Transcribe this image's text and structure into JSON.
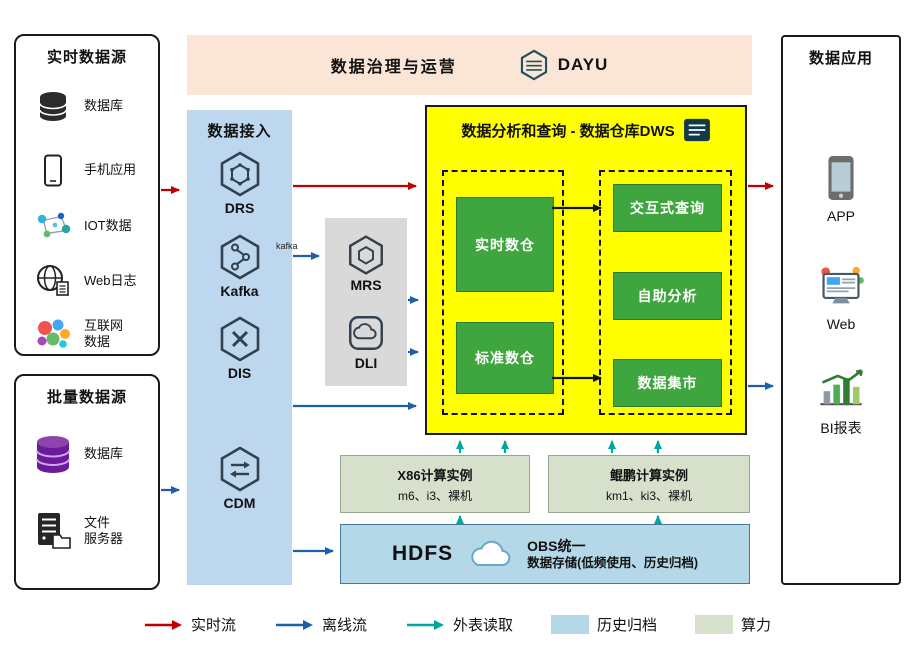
{
  "colors": {
    "realtime_flow": "#c00000",
    "offline_flow": "#1f5fa8",
    "external_read": "#00a79d",
    "archive_fill": "#b5d8e8",
    "compute_fill": "#d6e0cb",
    "dws_fill": "#ffff00",
    "green_box": "#3fa53f",
    "banner_fill": "#fbe5d6",
    "ingestion_fill": "#bdd7ee",
    "middleware_fill": "#d9d9d9"
  },
  "banner": {
    "title": "数据治理与运营",
    "logo_text": "DAYU"
  },
  "realtime_sources": {
    "title": "实时数据源",
    "items": [
      {
        "icon": "database-icon",
        "label": "数据库"
      },
      {
        "icon": "mobile-app-icon",
        "label": "手机应用"
      },
      {
        "icon": "iot-icon",
        "label": "IOT数据"
      },
      {
        "icon": "web-log-icon",
        "label": "Web日志"
      },
      {
        "icon": "internet-data-icon",
        "line1": "互联网",
        "line2": "数据"
      }
    ]
  },
  "batch_sources": {
    "title": "批量数据源",
    "items": [
      {
        "icon": "database-stack-icon",
        "label": "数据库"
      },
      {
        "icon": "file-server-icon",
        "line1": "文件",
        "line2": "服务器"
      }
    ]
  },
  "ingestion": {
    "title": "数据接入",
    "items": [
      {
        "icon": "drs-icon",
        "label": "DRS"
      },
      {
        "icon": "kafka-icon",
        "label": "Kafka",
        "wordmark": "kafka"
      },
      {
        "icon": "dis-icon",
        "label": "DIS"
      },
      {
        "icon": "cdm-icon",
        "label": "CDM"
      }
    ]
  },
  "middleware": {
    "items": [
      {
        "icon": "mrs-icon",
        "label": "MRS"
      },
      {
        "icon": "dli-icon",
        "label": "DLI"
      }
    ]
  },
  "dws": {
    "title": "数据分析和查询 - 数据仓库DWS",
    "warehouses": [
      {
        "label": "实时数仓"
      },
      {
        "label": "标准数仓"
      }
    ],
    "services": [
      {
        "label": "交互式查询"
      },
      {
        "label": "自助分析"
      },
      {
        "label": "数据集市"
      }
    ]
  },
  "compute": {
    "x86": {
      "title": "X86计算实例",
      "subtitle": "m6、i3、裸机"
    },
    "kunpeng": {
      "title": "鲲鹏计算实例",
      "subtitle": "km1、ki3、裸机"
    }
  },
  "storage": {
    "hdfs_label": "HDFS",
    "obs_line1": "OBS统一",
    "obs_line2": "数据存储(低频使用、历史归档)"
  },
  "applications": {
    "title": "数据应用",
    "items": [
      {
        "icon": "app-icon",
        "label": "APP"
      },
      {
        "icon": "web-icon",
        "label": "Web"
      },
      {
        "icon": "bi-icon",
        "label": "BI报表"
      }
    ]
  },
  "legend": {
    "realtime": "实时流",
    "offline": "离线流",
    "external": "外表读取",
    "archive": "历史归档",
    "compute": "算力"
  }
}
